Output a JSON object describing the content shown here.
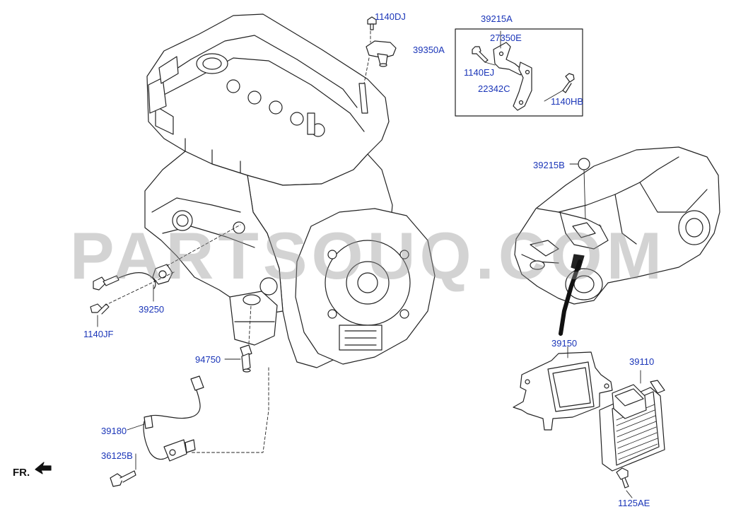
{
  "watermark": "PARTSOUQ.COM",
  "direction_label": "FR.",
  "colors": {
    "link": "#1a35b8",
    "line": "#222222",
    "watermark": "#969696"
  },
  "parts": [
    {
      "code": "1140DJ"
    },
    {
      "code": "39350A"
    },
    {
      "code": "39215A"
    },
    {
      "code": "27350E"
    },
    {
      "code": "1140EJ"
    },
    {
      "code": "22342C"
    },
    {
      "code": "1140HB"
    },
    {
      "code": "39215B"
    },
    {
      "code": "39250"
    },
    {
      "code": "1140JF"
    },
    {
      "code": "94750"
    },
    {
      "code": "39150"
    },
    {
      "code": "39110"
    },
    {
      "code": "39180"
    },
    {
      "code": "36125B"
    },
    {
      "code": "1125AE"
    }
  ]
}
